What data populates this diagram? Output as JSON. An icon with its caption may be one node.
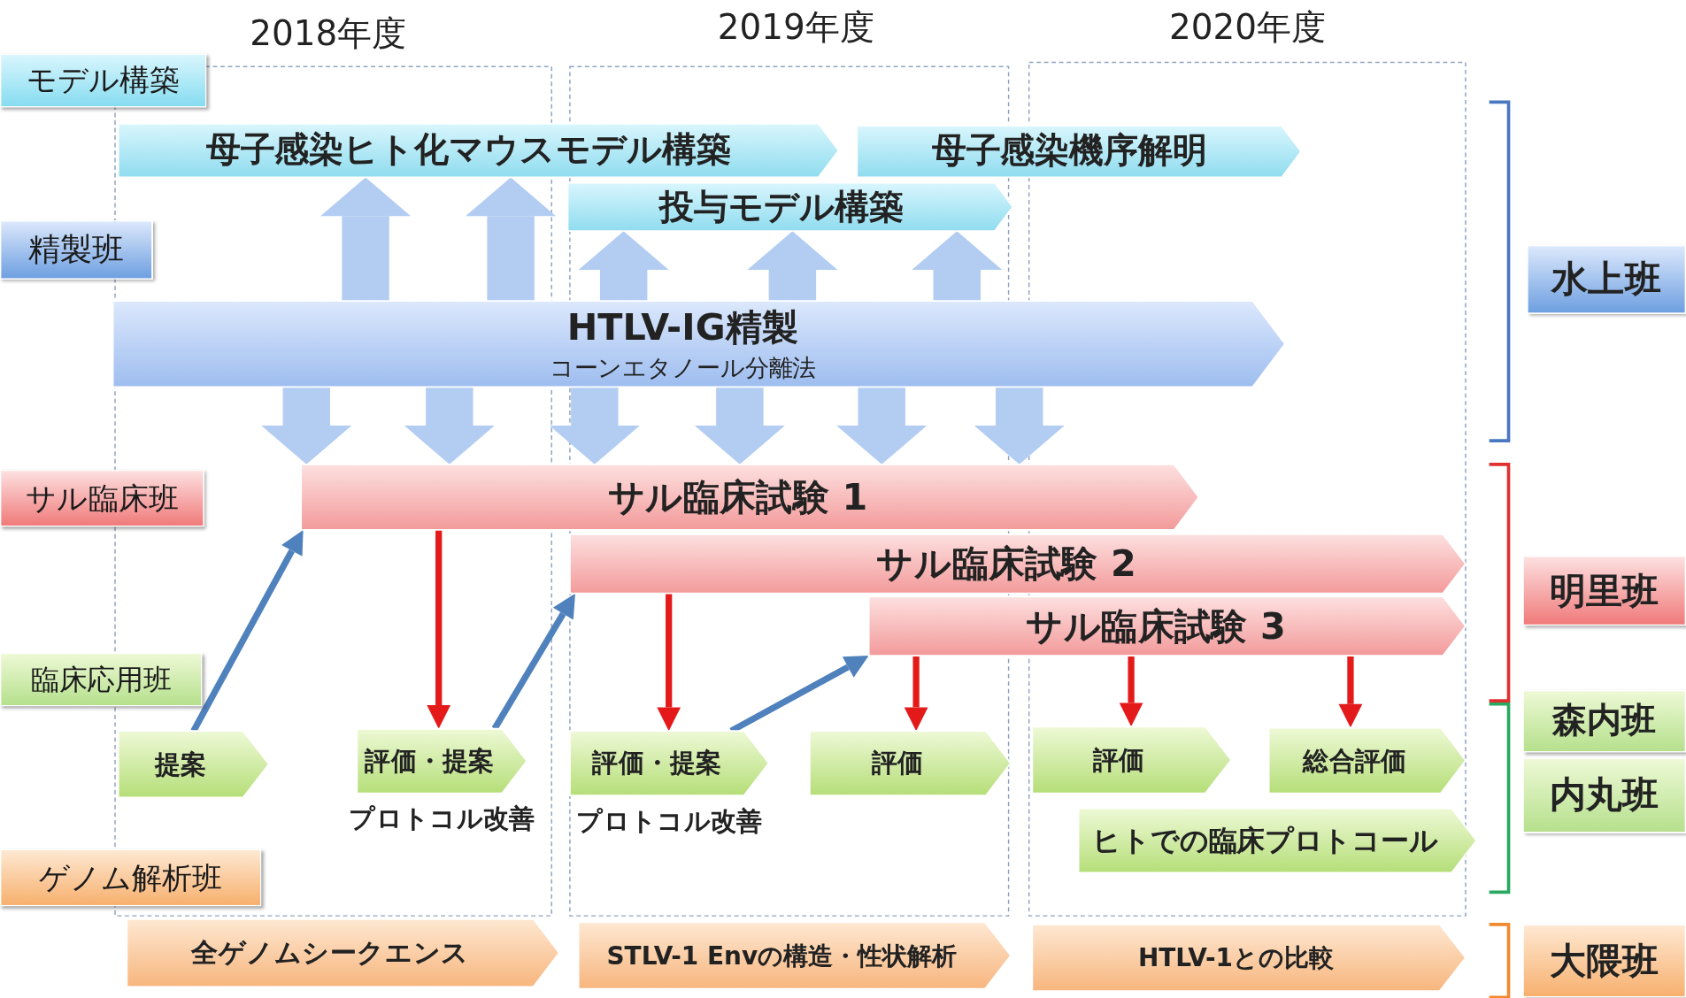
{
  "diagram": {
    "nodes": [
      {
        "text": [
          "モデル構築"
        ]
      },
      {
        "text": [
          "精製班"
        ]
      },
      {
        "text": [
          "サル臨床班"
        ]
      },
      {
        "text": [
          "臨床応用班"
        ]
      },
      {
        "text": [
          "ゲノム解析班"
        ]
      },
      {
        "text": [
          "母子感染ヒト化マウスモデル構築"
        ]
      },
      {
        "text": [
          "母子感染機序解明"
        ]
      },
      {
        "text": [
          "投与モデル構築"
        ]
      },
      {
        "text": [
          "HTLV-IG精製",
          "コーンエタノール分離法"
        ]
      },
      {
        "text": [
          "サル臨床試験 1"
        ]
      },
      {
        "text": [
          "サル臨床試験 2"
        ]
      },
      {
        "text": [
          "サル臨床試験 3"
        ]
      },
      {
        "text": [
          "提案"
        ]
      },
      {
        "text": [
          "評価・提案"
        ],
        "beside": [
          "プロトコル改善"
        ]
      },
      {
        "text": [
          "評価・提案"
        ],
        "beside": [
          "プロトコル改善"
        ]
      },
      {
        "text": [
          "評価"
        ]
      },
      {
        "text": [
          "評価"
        ]
      },
      {
        "text": [
          "総合評価"
        ]
      },
      {
        "text": [
          "ヒトでの臨床プロトコール"
        ]
      },
      {
        "text": [
          "全ゲノムシークエンス"
        ]
      },
      {
        "text": [
          "STLV-1 Envの構造・性状解析"
        ]
      },
      {
        "text": [
          "HTLV-1との比較"
        ]
      },
      {
        "text": [
          "水上班"
        ]
      },
      {
        "text": [
          "明里班"
        ]
      },
      {
        "text": [
          "森内班"
        ]
      },
      {
        "text": [
          "内丸班"
        ]
      },
      {
        "text": [
          "大隈班"
        ]
      }
    ],
    "edges": [
      {
        "from": 8,
        "to": 5,
        "arrow": "to",
        "color": "#b3cdf2"
      },
      {
        "from": 8,
        "to": 5,
        "arrow": "to",
        "color": "#b3cdf2"
      },
      {
        "from": 8,
        "to": 7,
        "arrow": "to",
        "color": "#b3cdf2"
      },
      {
        "from": 8,
        "to": 7,
        "arrow": "to",
        "color": "#b3cdf2"
      },
      {
        "from": 8,
        "to": 7,
        "arrow": "to",
        "color": "#b3cdf2"
      },
      {
        "from": 8,
        "to": 9,
        "arrow": "to",
        "color": "#b3cdf2"
      },
      {
        "from": 8,
        "to": 9,
        "arrow": "to",
        "color": "#b3cdf2"
      },
      {
        "from": 8,
        "to": 9,
        "arrow": "to",
        "color": "#b3cdf2"
      },
      {
        "from": 8,
        "to": 9,
        "arrow": "to",
        "color": "#b3cdf2"
      },
      {
        "from": 8,
        "to": 9,
        "arrow": "to",
        "color": "#b3cdf2"
      },
      {
        "from": 8,
        "to": 9,
        "arrow": "to",
        "color": "#b3cdf2"
      },
      {
        "from": 12,
        "to": 9,
        "arrow": "to",
        "color": "#4f81bd"
      },
      {
        "from": 13,
        "to": 10,
        "arrow": "to",
        "color": "#4f81bd"
      },
      {
        "from": 14,
        "to": 11,
        "arrow": "to",
        "color": "#4f81bd"
      },
      {
        "from": 9,
        "to": 13,
        "arrow": "to",
        "color": "#e41a1a"
      },
      {
        "from": 10,
        "to": 14,
        "arrow": "to",
        "color": "#e41a1a"
      },
      {
        "from": 11,
        "to": 15,
        "arrow": "to",
        "color": "#e41a1a"
      },
      {
        "from": 11,
        "to": 16,
        "arrow": "to",
        "color": "#e41a1a"
      },
      {
        "from": 11,
        "to": 17,
        "arrow": "to",
        "color": "#e41a1a"
      }
    ],
    "labels": [
      "2018年度",
      "2019年度",
      "2020年度"
    ]
  }
}
